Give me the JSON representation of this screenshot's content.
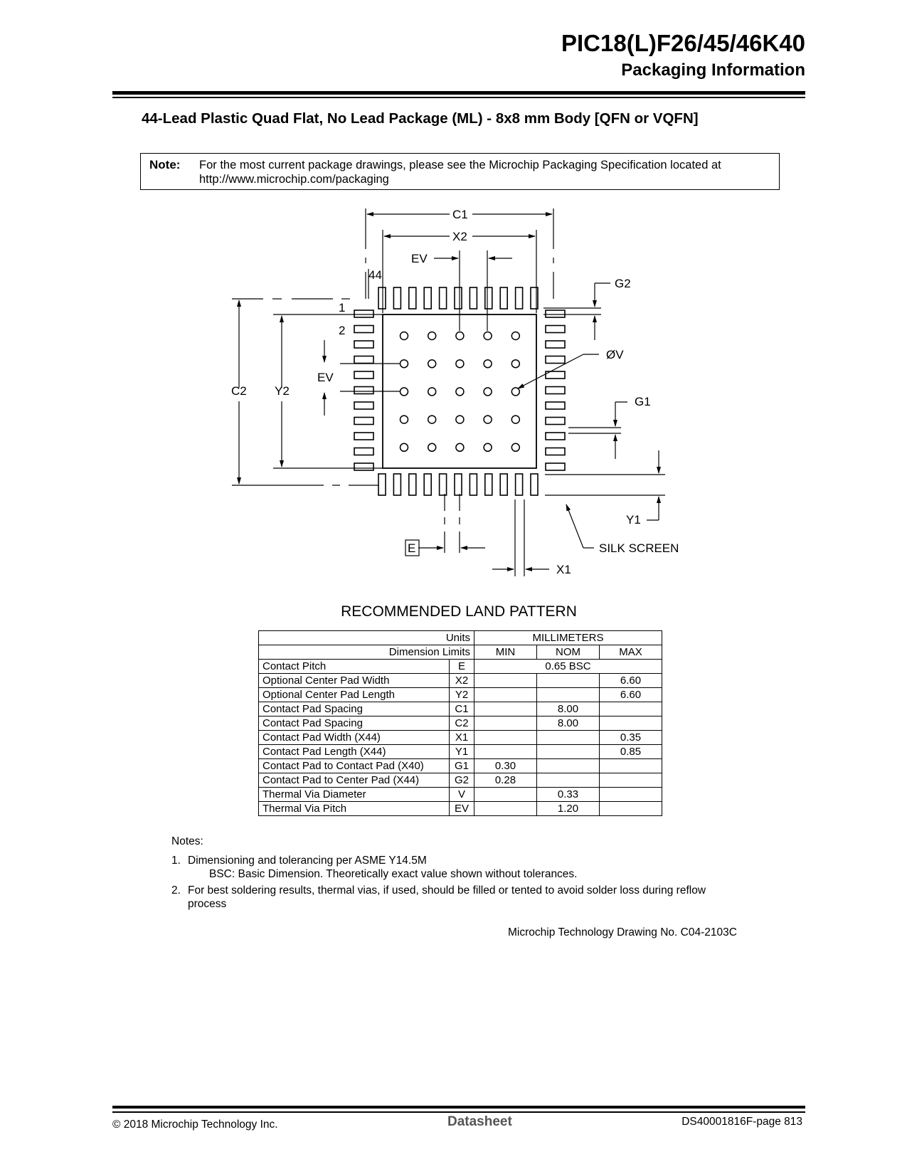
{
  "header": {
    "title": "PIC18(L)F26/45/46K40",
    "subtitle": "Packaging Information"
  },
  "package_title": "44-Lead Plastic Quad Flat, No Lead Package (ML) - 8x8 mm Body [QFN or VQFN]",
  "note": {
    "label": "Note:",
    "text": "For the most current package drawings, please see the Microchip Packaging Specification located at http://www.microchip.com/packaging"
  },
  "drawing": {
    "labels": {
      "c1": "C1",
      "x2": "X2",
      "ev_top": "EV",
      "pin44": "44",
      "pin1": "1",
      "pin2": "2",
      "g2": "G2",
      "phi_v": "ØV",
      "ev_left": "EV",
      "c2": "C2",
      "y2": "Y2",
      "g1": "G1",
      "y1": "Y1",
      "e": "E",
      "silk": "SILK SCREEN",
      "x1": "X1"
    }
  },
  "land_pattern_title": "RECOMMENDED LAND PATTERN",
  "table": {
    "units_label": "Units",
    "units_value": "MILLIMETERS",
    "dim_limits": "Dimension Limits",
    "min": "MIN",
    "nom": "NOM",
    "max": "MAX",
    "rows": [
      {
        "name": "Contact Pitch",
        "sym": "E",
        "min": "",
        "nom": "0.65 BSC",
        "max": ""
      },
      {
        "name": "Optional Center Pad Width",
        "sym": "X2",
        "min": "",
        "nom": "",
        "max": "6.60"
      },
      {
        "name": "Optional Center Pad Length",
        "sym": "Y2",
        "min": "",
        "nom": "",
        "max": "6.60"
      },
      {
        "name": "Contact Pad Spacing",
        "sym": "C1",
        "min": "",
        "nom": "8.00",
        "max": ""
      },
      {
        "name": "Contact Pad Spacing",
        "sym": "C2",
        "min": "",
        "nom": "8.00",
        "max": ""
      },
      {
        "name": "Contact Pad Width (X44)",
        "sym": "X1",
        "min": "",
        "nom": "",
        "max": "0.35"
      },
      {
        "name": "Contact Pad Length (X44)",
        "sym": "Y1",
        "min": "",
        "nom": "",
        "max": "0.85"
      },
      {
        "name": "Contact Pad to Contact Pad (X40)",
        "sym": "G1",
        "min": "0.30",
        "nom": "",
        "max": ""
      },
      {
        "name": "Contact Pad to Center Pad (X44)",
        "sym": "G2",
        "min": "0.28",
        "nom": "",
        "max": ""
      },
      {
        "name": "Thermal Via Diameter",
        "sym": "V",
        "min": "",
        "nom": "0.33",
        "max": ""
      },
      {
        "name": "Thermal Via Pitch",
        "sym": "EV",
        "min": "",
        "nom": "1.20",
        "max": ""
      }
    ]
  },
  "notes": {
    "heading": "Notes:",
    "n1_num": "1.",
    "n1": "Dimensioning and tolerancing per ASME Y14.5M",
    "n1_sub": "BSC: Basic Dimension. Theoretically exact value shown without tolerances.",
    "n2_num": "2.",
    "n2": "For best soldering results, thermal vias, if used, should be filled or tented to avoid solder loss during reflow process"
  },
  "drawing_no": "Microchip Technology Drawing No. C04-2103C",
  "footer": {
    "copyright": "© 2018 Microchip Technology Inc.",
    "center": "Datasheet",
    "page": "DS40001816F-page 813"
  }
}
